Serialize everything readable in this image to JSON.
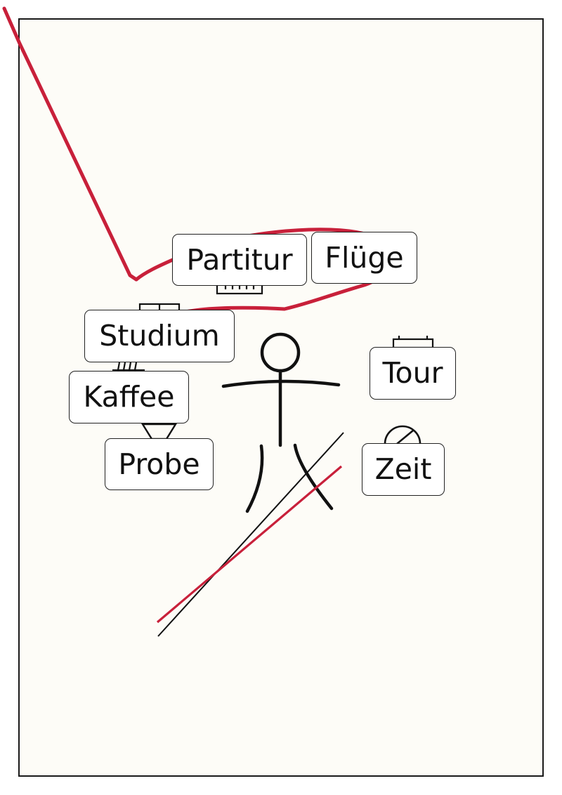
{
  "labels": {
    "partitur": "Partitur",
    "fluege": "Flüge",
    "studium": "Studium",
    "kaffee": "Kaffee",
    "probe": "Probe",
    "tour": "Tour",
    "zeit": "Zeit"
  },
  "colors": {
    "paper": "#fdfcf7",
    "frame": "#1a1a1a",
    "accent_red": "#c8203a",
    "ink": "#111111"
  },
  "icons": {
    "partitur": "score-icon",
    "studium": "study-icon",
    "kaffee": "coffee-icon",
    "probe": "rehearsal-icon",
    "tour": "suitcase-icon",
    "zeit": "clock-icon"
  }
}
